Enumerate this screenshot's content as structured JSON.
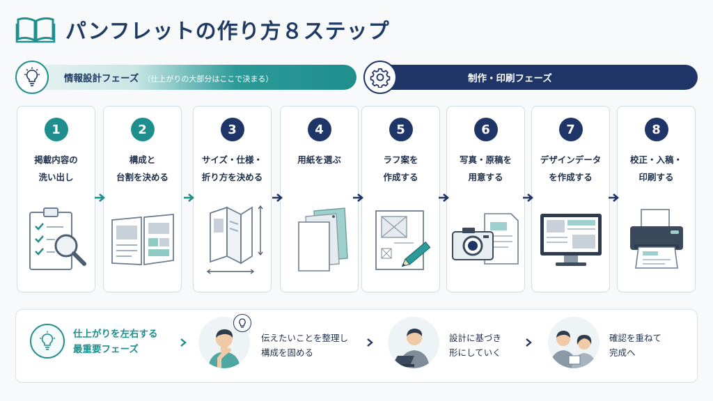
{
  "title": "パンフレットの作り方８ステップ",
  "phases": [
    {
      "label": "情報設計フェーズ",
      "sub": "（仕上がりの大部分はここで決まる）",
      "icon": "lightbulb-icon"
    },
    {
      "label": "制作・印刷フェーズ",
      "icon": "gear-icon"
    }
  ],
  "steps": [
    {
      "num": "1",
      "label": "掲載内容の\n洗い出し",
      "icon": "clipboard-magnifier-icon"
    },
    {
      "num": "2",
      "label": "構成と\n台割を決める",
      "icon": "open-booklet-icon"
    },
    {
      "num": "3",
      "label": "サイズ・仕様・\n折り方を決める",
      "icon": "folded-leaflet-icon"
    },
    {
      "num": "4",
      "label": "用紙を選ぶ",
      "icon": "paper-sheets-icon"
    },
    {
      "num": "5",
      "label": "ラフ案を\n作成する",
      "icon": "rough-sketch-pencil-icon"
    },
    {
      "num": "6",
      "label": "写真・原稿を\n用意する",
      "icon": "camera-document-icon"
    },
    {
      "num": "7",
      "label": "デザインデータ\nを作成する",
      "icon": "monitor-layout-icon"
    },
    {
      "num": "8",
      "label": "校正・入稿・\n印刷する",
      "icon": "printer-icon"
    }
  ],
  "bottom": {
    "lead": "仕上がりを左右する\n最重要フェーズ",
    "items": [
      {
        "text": "伝えたいことを整理し\n構成を固める"
      },
      {
        "text": "設計に基づき\n形にしていく"
      },
      {
        "text": "確認を重ねて\n完成へ"
      }
    ]
  },
  "colors": {
    "navy": "#1f3567",
    "teal": "#1f8f8d"
  }
}
